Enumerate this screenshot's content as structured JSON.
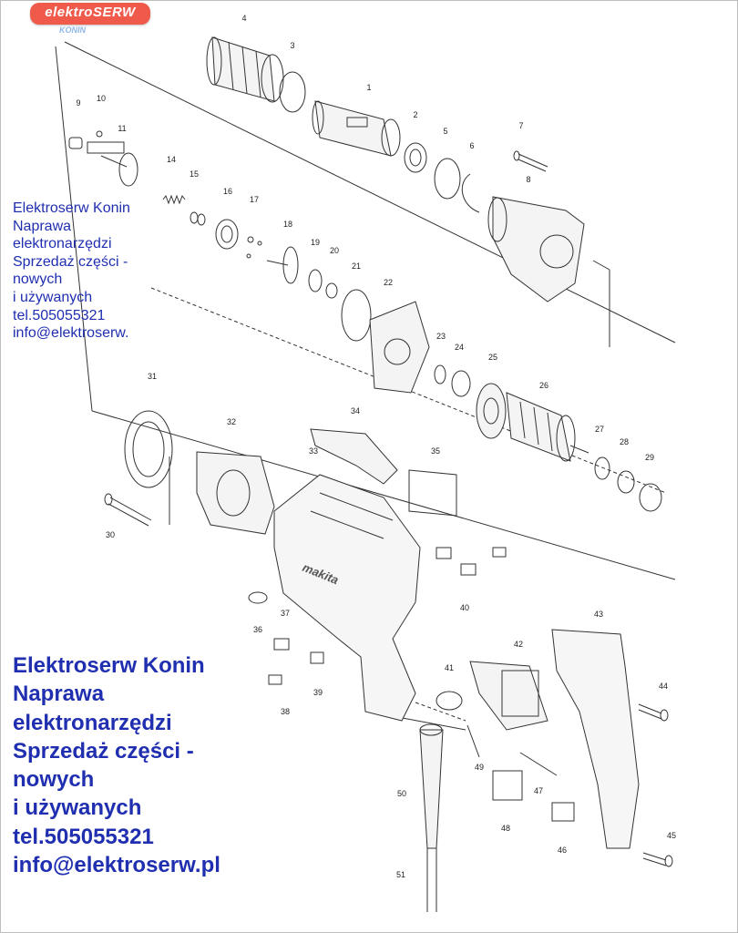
{
  "logo": {
    "brand": "elektroSERW",
    "city": "KONIN"
  },
  "ad_small": [
    "Elektroserw Konin",
    "Naprawa",
    "elektronarzędzi",
    "Sprzedaż części -",
    "nowych",
    "i używanych",
    "tel.505055321",
    "info@elektroserw."
  ],
  "ad_large": [
    "Elektroserw Konin",
    "Naprawa",
    "elektronarzędzi",
    "Sprzedaż części -",
    "nowych",
    "i używanych",
    "tel.505055321",
    "info@elektroserw.pl"
  ],
  "housing_brand": "makita",
  "parts": [
    "1",
    "2",
    "3",
    "4",
    "5",
    "6",
    "7",
    "8",
    "9",
    "10",
    "11",
    "14",
    "15",
    "16",
    "17",
    "18",
    "19",
    "20",
    "21",
    "22",
    "23",
    "24",
    "25",
    "26",
    "27",
    "28",
    "29",
    "30",
    "31",
    "32",
    "33",
    "34",
    "35",
    "36",
    "37",
    "38",
    "39",
    "40",
    "41",
    "42",
    "43",
    "44",
    "45",
    "46",
    "47",
    "48",
    "49",
    "50",
    "51"
  ],
  "colors": {
    "ad_text": "#1f2fb0",
    "logo_bg": "#f05a4a",
    "line": "#333333"
  }
}
